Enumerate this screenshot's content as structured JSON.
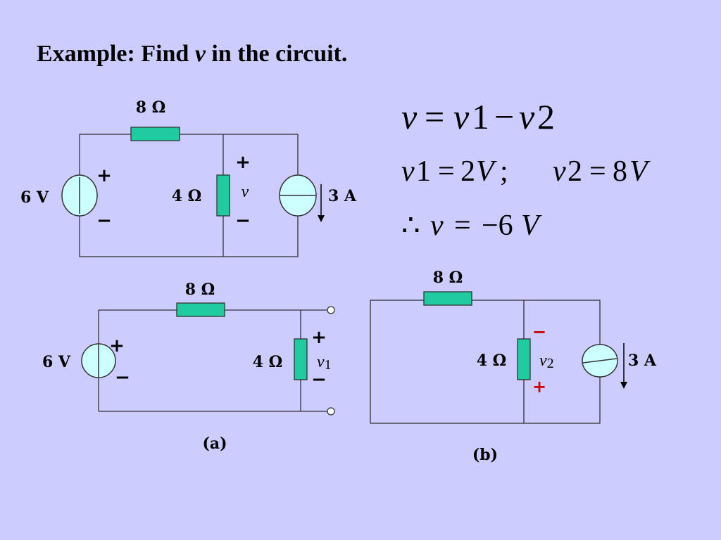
{
  "title": {
    "prefix": "Example:  Find ",
    "var": "v",
    "suffix": " in the circuit."
  },
  "circuit_main": {
    "r1": "8 Ω",
    "r2": "4 Ω",
    "vs": "6 V",
    "is": "3 A",
    "plus": "+",
    "minus": "−",
    "v": "v"
  },
  "circuit_a": {
    "r1": "8 Ω",
    "r2": "4 Ω",
    "vs": "6 V",
    "plus": "+",
    "minus": "−",
    "v": "v",
    "sub": "1",
    "caption": "(a)"
  },
  "circuit_b": {
    "r1": "8 Ω",
    "r2": "4 Ω",
    "is": "3 A",
    "plus": "+",
    "minus": "−",
    "v": "v",
    "sub": "2",
    "caption": "(b)"
  },
  "equations": {
    "eq1": {
      "a": "v",
      "eq": "=",
      "b": "v",
      "b1": "1",
      "minus": "−",
      "c": "v",
      "c2": "2"
    },
    "eq2": {
      "a": "v",
      "a1": "1",
      "eq": "=",
      "val1": "2",
      "u1": "V",
      "semi": ";",
      "b": "v",
      "b2": "2",
      "eq2": "=",
      "val2": "8",
      "u2": "V"
    },
    "eq3": {
      "therefore": "∴",
      "a": "v",
      "eq": "=",
      "val": "−6",
      "u": "V"
    }
  },
  "colors": {
    "background": "#ccccff",
    "resistor": "#1fcc9f",
    "source": "#ccffff",
    "red_sign": "#cc0000"
  }
}
